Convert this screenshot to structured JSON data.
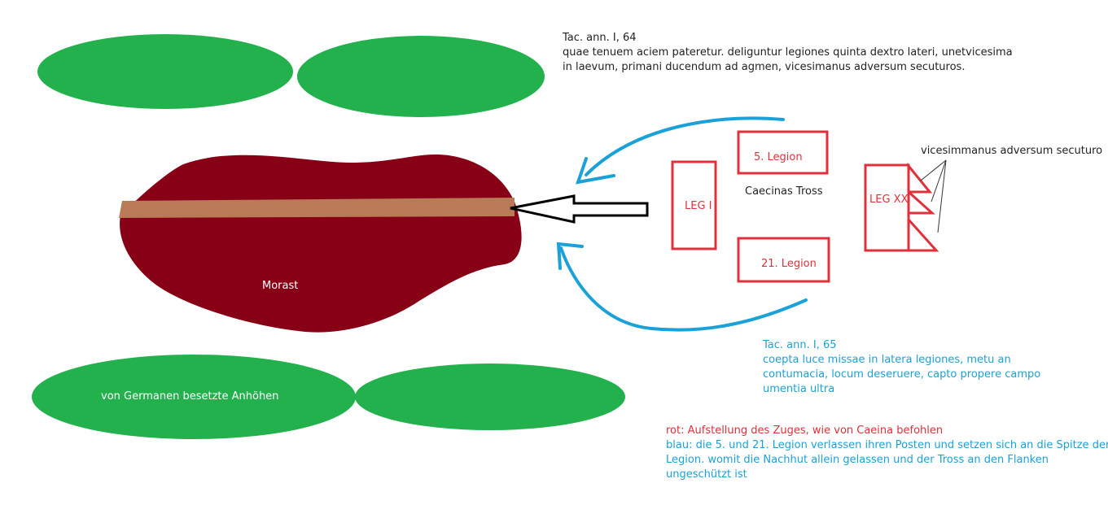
{
  "colors": {
    "hill_green": "#22b14c",
    "morass": "#880015",
    "road": "#b97a57",
    "red": "#e0303a",
    "blue": "#1ba1d8",
    "arrow_black": "#000000"
  },
  "quote_top": {
    "source": "Tac. ann. I, 64",
    "lines": [
      " quae tenuem aciem pateretur. deliguntur legiones quinta dextro lateri, unetvicesima",
      "in laevum, primani ducendum ad agmen, vicesimanus adversum secuturos."
    ]
  },
  "labels": {
    "morass": "Morast",
    "hills": "von Germanen besetzte Anhöhen",
    "legion_5": "5. Legion",
    "legion_21": "21. Legion",
    "leg_1": "LEG I",
    "leg_20": "LEG XX",
    "baggage": "Caecinas Tross",
    "rearguard_note": "vicesimmanus adversum secuturo"
  },
  "quote_bottom": {
    "source": "Tac. ann. I, 65",
    "lines": [
      "coepta luce missae in latera legiones, metu an",
      "contumacia, locum deseruere, capto propere campo",
      "umentia ultra"
    ]
  },
  "legend": {
    "red_line": "rot: Aufstellung des Zuges, wie von Caeina befohlen",
    "blue_lines": [
      "blau: die 5. und 21. Legion verlassen ihren Posten und setzen sich an die Spitze der",
      "Legion. womit die Nachhut allein gelassen und der Tross an den Flanken",
      "ungeschützt ist"
    ]
  }
}
